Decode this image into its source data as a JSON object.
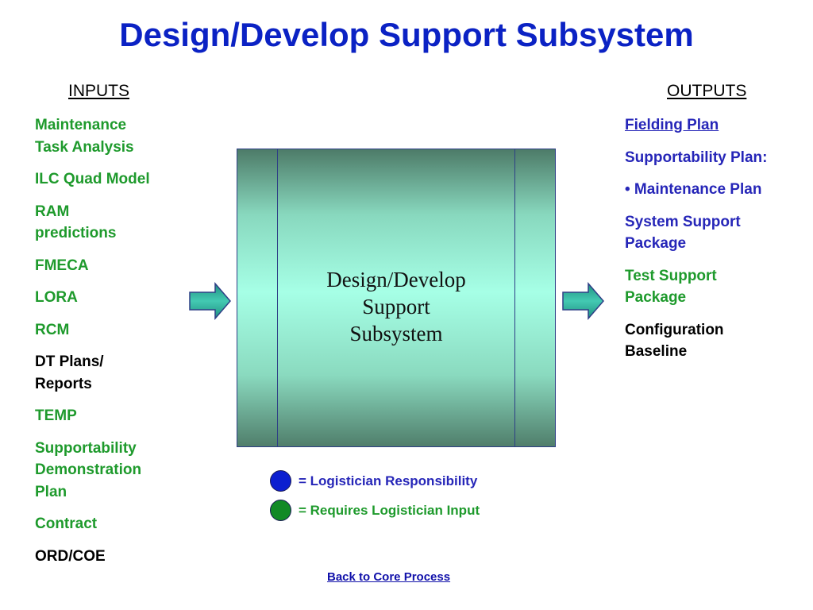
{
  "title": "Design/Develop Support Subsystem",
  "inputs": {
    "heading": "INPUTS",
    "items": [
      {
        "label": "Maintenance\nTask Analysis",
        "color": "#1e9a2c"
      },
      {
        "label": "ILC Quad Model",
        "color": "#1e9a2c"
      },
      {
        "label": "RAM\npredictions",
        "color": "#1e9a2c"
      },
      {
        "label": "FMECA",
        "color": "#1e9a2c"
      },
      {
        "label": "LORA",
        "color": "#1e9a2c"
      },
      {
        "label": "RCM",
        "color": "#1e9a2c"
      },
      {
        "label": "DT Plans/\nReports",
        "color": "#000000"
      },
      {
        "label": "TEMP",
        "color": "#1e9a2c"
      },
      {
        "label": "Supportability\nDemonstration\nPlan",
        "color": "#1e9a2c"
      },
      {
        "label": "Contract",
        "color": "#1e9a2c"
      },
      {
        "label": "ORD/COE",
        "color": "#000000"
      }
    ]
  },
  "outputs": {
    "heading": "OUTPUTS",
    "items": [
      {
        "label": "Fielding Plan",
        "color": "#2626b8",
        "link": true
      },
      {
        "label": "Supportability Plan:",
        "color": "#2626b8"
      },
      {
        "label": "•  Maintenance Plan",
        "color": "#2626b8"
      },
      {
        "label": "System Support\nPackage",
        "color": "#2626b8"
      },
      {
        "label": "Test Support\nPackage",
        "color": "#1e9a2c"
      },
      {
        "label": "Configuration\nBaseline",
        "color": "#000000"
      }
    ]
  },
  "center_box": {
    "label": "Design/Develop\nSupport\nSubsystem"
  },
  "legend": [
    {
      "text": "= Logistician Responsibility",
      "dot_color": "#0c1fd0"
    },
    {
      "text": "= Requires Logistician Input",
      "dot_color": "#128a26"
    }
  ],
  "back_link": "Back to Core Process",
  "colors": {
    "title": "#0b22c4",
    "green": "#1e9a2c",
    "blue": "#2626b8",
    "arrow": "#2fae9b"
  }
}
